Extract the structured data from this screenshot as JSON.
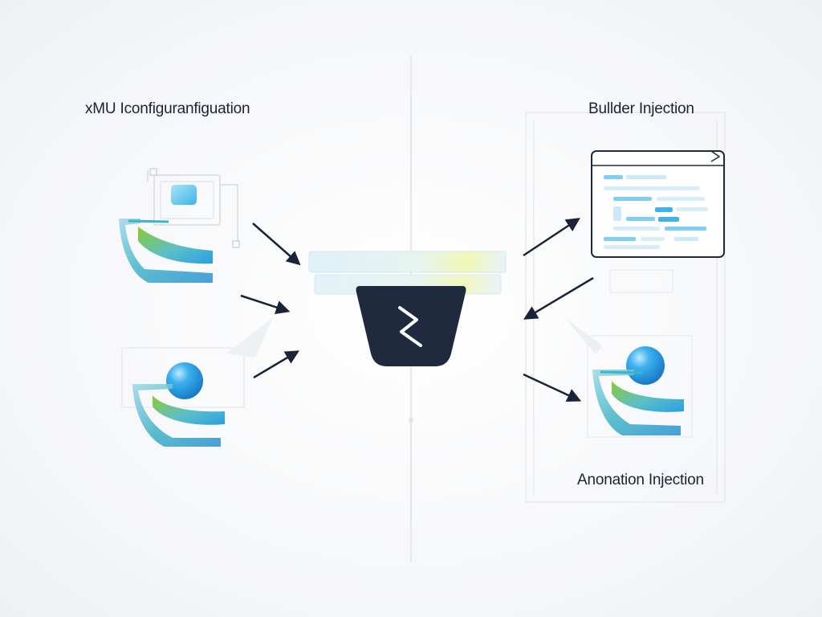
{
  "labels": {
    "left_title": "xMU Iconfiguranfiguation",
    "builder_title": "Bullder Injection",
    "annotation_title": "Anonation Injection"
  },
  "colors": {
    "hub": "#1f2a3f",
    "arrow": "#1a2338",
    "green": "#8ccb2e",
    "blue": "#2a9fe0",
    "teal": "#5bbfc9",
    "panel_border": "#d9dde4"
  },
  "icons": {
    "hub": "lightning-hub-icon",
    "left_top": "monitor-wave-icon",
    "left_bottom": "sphere-wave-icon",
    "right_top": "code-window-icon",
    "right_bottom": "sphere-wave-icon"
  }
}
